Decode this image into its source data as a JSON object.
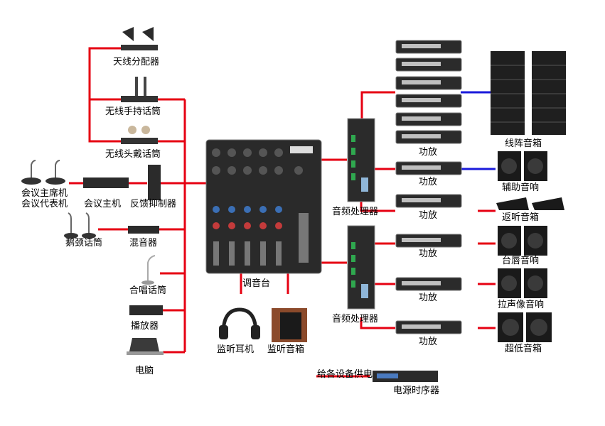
{
  "colors": {
    "signal": "#e60012",
    "speaker": "#1a1adb",
    "device": "#2b2b2b"
  },
  "labels": {
    "antenna_distributor": "天线分配器",
    "handheld_mic": "无线手持话筒",
    "headset_mic": "无线头戴话筒",
    "conf_chair": "会议主席机",
    "conf_delegate": "会议代表机",
    "conf_host": "会议主机",
    "feedback_suppressor": "反馈抑制器",
    "gooseneck_mic": "鹅颈话筒",
    "mixer_unit": "混音器",
    "choir_mic": "合唱话筒",
    "player": "播放器",
    "computer": "电脑",
    "mixing_console": "调音台",
    "monitor_headphones": "监听耳机",
    "monitor_speaker": "监听音箱",
    "processor_1": "音频处理器",
    "processor_2": "音频处理器",
    "amp_1": "功放",
    "amp_2": "功放",
    "amp_3": "功放",
    "amp_4": "功放",
    "amp_5": "功放",
    "amp_6": "功放",
    "line_array": "线阵音箱",
    "aux_speaker": "辅助音响",
    "wedge_monitor": "返听音箱",
    "stage_lip": "台唇音响",
    "delay_speaker": "拉声像音响",
    "subwoofer": "超低音箱",
    "power_note": "给各设备供电",
    "power_sequencer": "电源时序器"
  }
}
